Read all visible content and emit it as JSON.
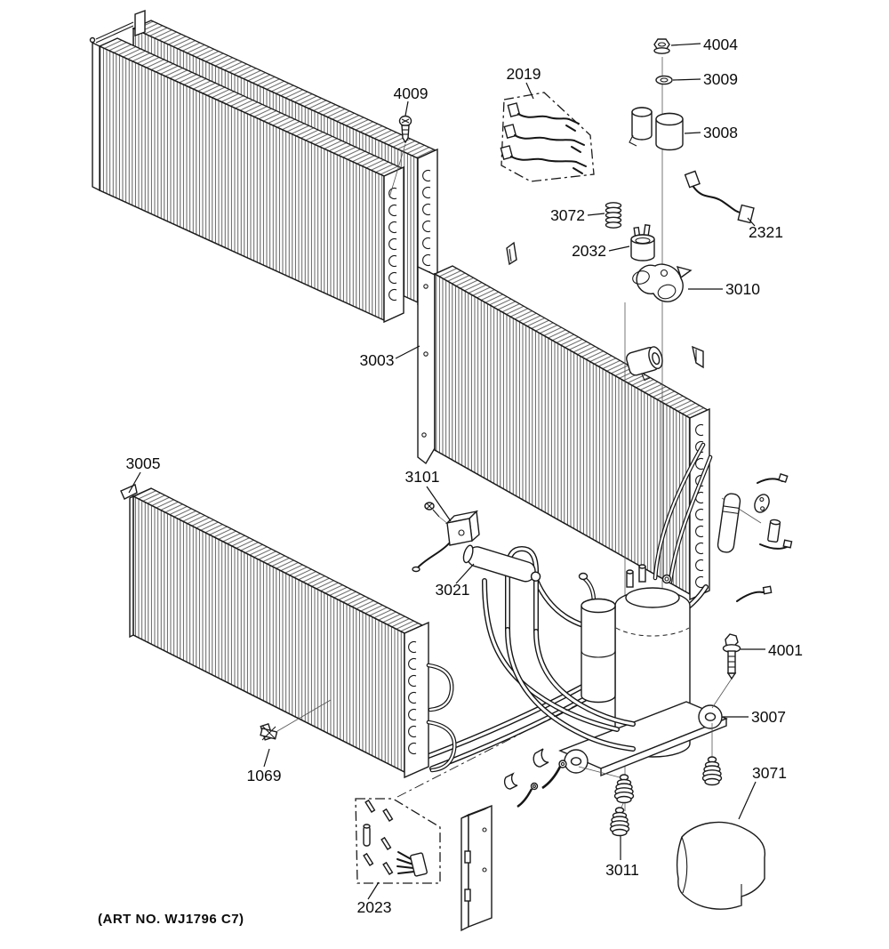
{
  "figure": {
    "art_no": "(ART NO. WJ1796 C7)",
    "callouts": {
      "c4004": "4004",
      "c3009": "3009",
      "c3008": "3008",
      "c2019": "2019",
      "c4009": "4009",
      "c3072": "3072",
      "c2321": "2321",
      "c2032": "2032",
      "c3010": "3010",
      "c3003": "3003",
      "c3005": "3005",
      "c3101": "3101",
      "c3021": "3021",
      "c4001": "4001",
      "c3007": "3007",
      "c1069": "1069",
      "c3071": "3071",
      "c3011": "3011",
      "c2023": "2023"
    }
  }
}
